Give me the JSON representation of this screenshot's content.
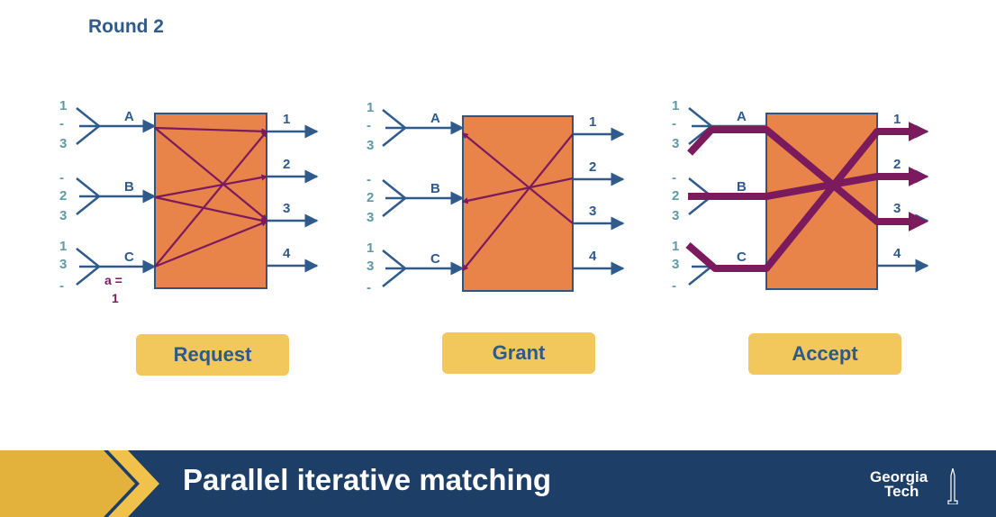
{
  "slide_title": "Round 2",
  "footer": {
    "title": "Parallel iterative matching",
    "logo_line1": "Georgia",
    "logo_line2": "Tech"
  },
  "stages": [
    {
      "id": "request",
      "label": "Request"
    },
    {
      "id": "grant",
      "label": "Grant"
    },
    {
      "id": "accept",
      "label": "Accept"
    }
  ],
  "panels": {
    "request": {
      "inputs": [
        {
          "name": "A",
          "fraction": [
            "1",
            "-",
            "3"
          ]
        },
        {
          "name": "B",
          "fraction": [
            "-",
            "2",
            "3"
          ]
        },
        {
          "name": "C",
          "fraction": [
            "1",
            "3",
            "-"
          ]
        }
      ],
      "outputs": [
        "1",
        "2",
        "3",
        "4"
      ],
      "annotation": [
        "a =",
        "1"
      ]
    },
    "grant": {
      "inputs": [
        {
          "name": "A",
          "fraction": [
            "1",
            "-",
            "3"
          ]
        },
        {
          "name": "B",
          "fraction": [
            "-",
            "2",
            "3"
          ]
        },
        {
          "name": "C",
          "fraction": [
            "1",
            "3",
            "-"
          ]
        }
      ],
      "outputs": [
        "1",
        "2",
        "3",
        "4"
      ]
    },
    "accept": {
      "inputs": [
        {
          "name": "A",
          "fraction": [
            "1",
            "-",
            "3"
          ]
        },
        {
          "name": "B",
          "fraction": [
            "-",
            "2",
            "3"
          ]
        },
        {
          "name": "C",
          "fraction": [
            "1",
            "3",
            "-"
          ]
        }
      ],
      "outputs": [
        "1",
        "2",
        "3",
        "4"
      ]
    }
  },
  "colors": {
    "switch_fill": "#e8834a",
    "switch_border": "#2f5580",
    "line_blue": "#2f5a8c",
    "match_purple": "#7b1a5c",
    "fraction_teal": "#5f9aa5",
    "button_gold": "#f2c75c",
    "footer_navy": "#1d3e66"
  }
}
